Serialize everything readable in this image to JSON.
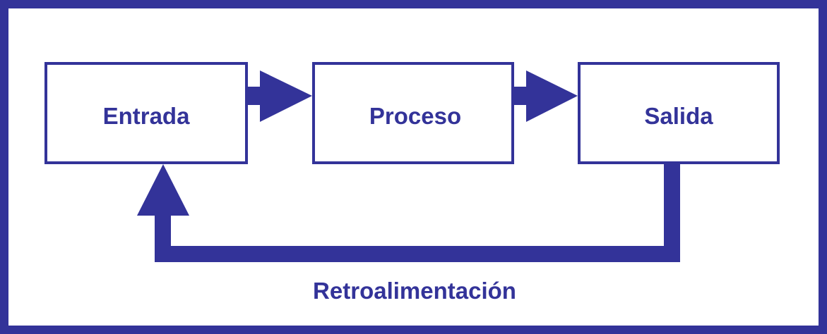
{
  "colors": {
    "primary": "#333399",
    "background": "#ffffff"
  },
  "nodes": {
    "input": "Entrada",
    "process": "Proceso",
    "output": "Salida"
  },
  "feedback_label": "Retroalimentación"
}
